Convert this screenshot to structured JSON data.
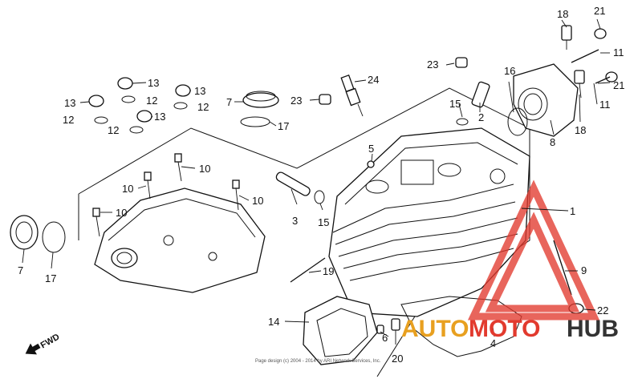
{
  "callouts": {
    "c1": "1",
    "c2": "2",
    "c3": "3",
    "c4": "4",
    "c5": "5",
    "c6": "6",
    "c7a": "7",
    "c7b": "7",
    "c8": "8",
    "c9": "9",
    "c10a": "10",
    "c10b": "10",
    "c10c": "10",
    "c10d": "10",
    "c11a": "11",
    "c11b": "11",
    "c12a": "12",
    "c12b": "12",
    "c12c": "12",
    "c12d": "12",
    "c13a": "13",
    "c13b": "13",
    "c13c": "13",
    "c13d": "13",
    "c14": "14",
    "c15a": "15",
    "c15b": "15",
    "c16": "16",
    "c17a": "17",
    "c17b": "17",
    "c18a": "18",
    "c18b": "18",
    "c19": "19",
    "c20": "20",
    "c21a": "21",
    "c21b": "21",
    "c22": "22",
    "c23a": "23",
    "c23b": "23",
    "c24": "24"
  },
  "direction_marker": "FWD",
  "watermark": {
    "part1": "AUTO",
    "part2": "MOTO",
    "part3": "HUB"
  },
  "copyright": "Page design (c) 2004 - 2014 by ARI Network Services, Inc.",
  "colors": {
    "watermark_red": "#e23a2e",
    "watermark_orange": "#e8a020",
    "watermark_dark": "#333333"
  }
}
